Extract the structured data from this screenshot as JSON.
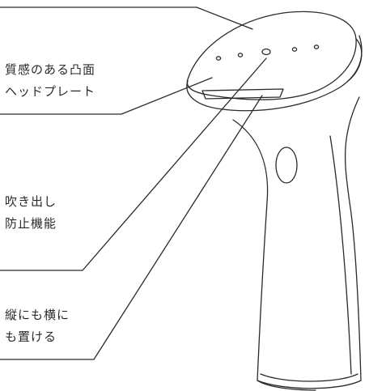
{
  "callouts": [
    {
      "lines": [
        "質感のある凸面",
        "ヘッドプレート"
      ]
    },
    {
      "lines": [
        "吹き出し",
        "防止機能"
      ]
    },
    {
      "lines": [
        "縦にも横に",
        "も置ける"
      ]
    }
  ],
  "colors": {
    "line": "#2a2a2a",
    "text": "#2a2a2a",
    "background": "#ffffff"
  }
}
